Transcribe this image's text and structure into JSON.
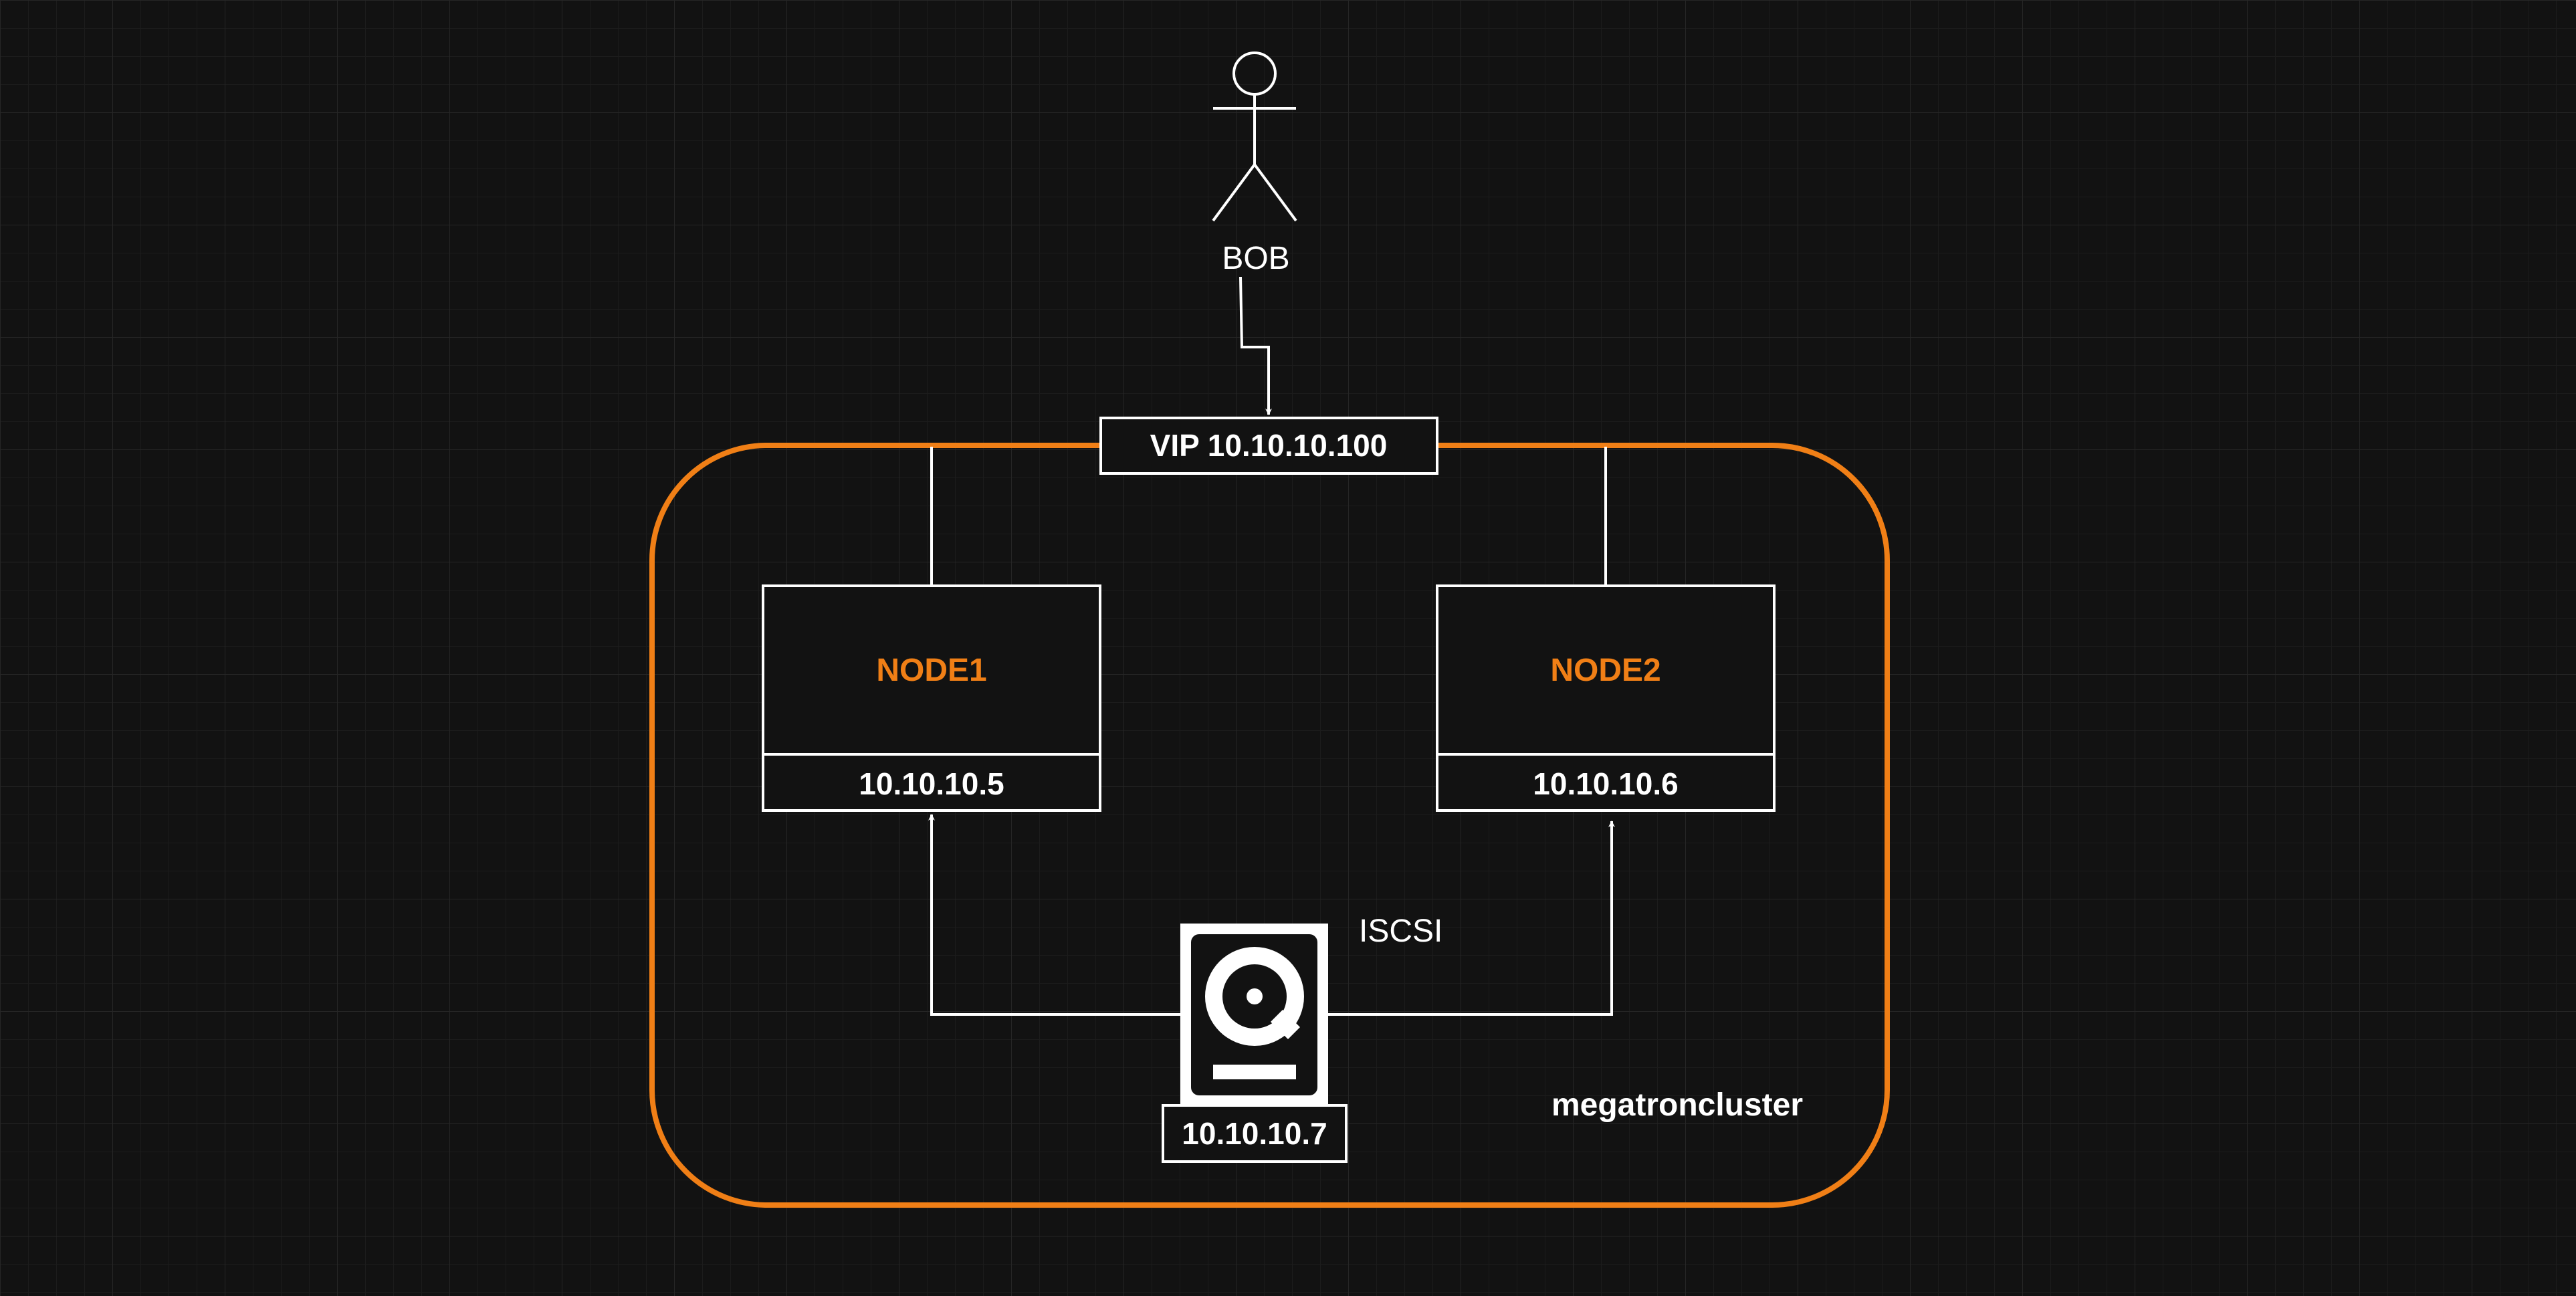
{
  "colors": {
    "background": "#121212",
    "grid": "#232323",
    "stroke": "#ffffff",
    "accent": "#f07f16",
    "box_fill": "#121212"
  },
  "actor": {
    "label": "BOB",
    "icon": "person-icon"
  },
  "vip": {
    "label": "VIP 10.10.10.100"
  },
  "nodes": [
    {
      "name": "NODE1",
      "ip": "10.10.10.5"
    },
    {
      "name": "NODE2",
      "ip": "10.10.10.6"
    }
  ],
  "storage": {
    "icon": "hard-disk-icon",
    "ip": "10.10.10.7",
    "protocol_label": "ISCSI"
  },
  "cluster": {
    "label": "megatroncluster"
  }
}
